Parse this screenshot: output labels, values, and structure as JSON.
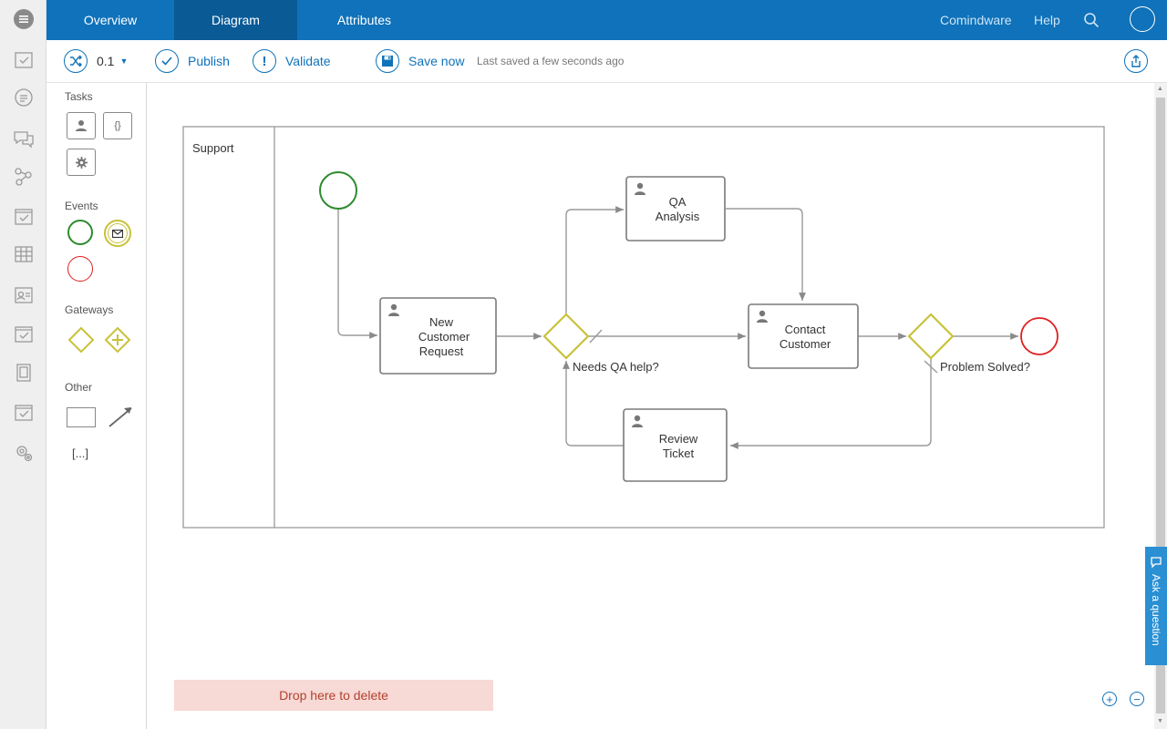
{
  "nav": {
    "tabs": [
      {
        "label": "Overview"
      },
      {
        "label": "Diagram",
        "active": true
      },
      {
        "label": "Attributes"
      }
    ],
    "brand": "Comindware",
    "help": "Help"
  },
  "toolbar": {
    "version": "0.1",
    "publish": "Publish",
    "validate": "Validate",
    "save": "Save now",
    "saved_status": "Last saved a few seconds ago"
  },
  "palette": {
    "tasks": "Tasks",
    "events": "Events",
    "gateways": "Gateways",
    "other": "Other",
    "group_glyph": "[...]"
  },
  "diagram": {
    "lane": "Support",
    "tasks": {
      "new_request": [
        "New",
        "Customer",
        "Request"
      ],
      "qa": [
        "QA",
        "Analysis"
      ],
      "contact": [
        "Contact",
        "Customer"
      ],
      "review": [
        "Review",
        "Ticket"
      ]
    },
    "gateways": {
      "qa_help": "Needs QA help?",
      "solved": "Problem Solved?"
    }
  },
  "delete_zone": "Drop here to delete",
  "ask": "Ask a question",
  "colors": {
    "primary": "#0f72ba",
    "start": "#2e8b2e",
    "end": "#e02020",
    "gateway": "#c8c23a"
  }
}
